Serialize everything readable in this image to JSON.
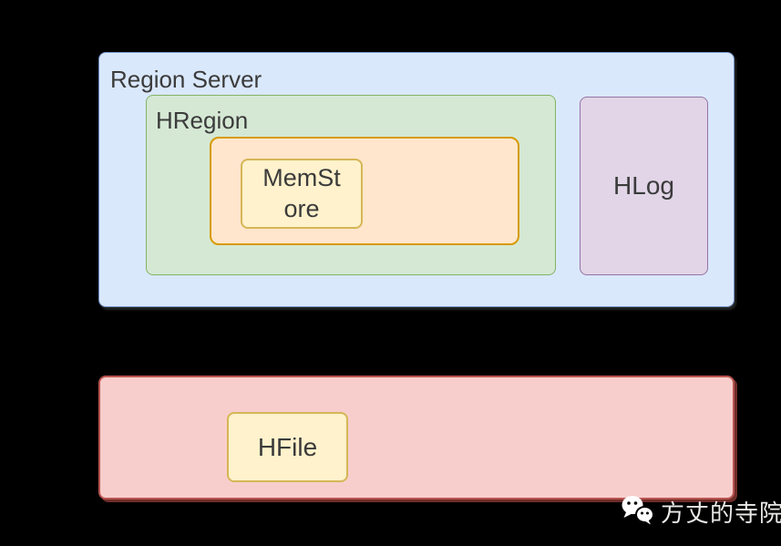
{
  "diagram": {
    "background_color": "#000000",
    "text_color": "#3b3b3b",
    "region_server": {
      "label": "Region Server",
      "fill": "#dae8fc",
      "stroke": "#6c8ebf"
    },
    "hregion": {
      "label": "HRegion",
      "fill": "#d5e8d4",
      "stroke": "#82b366"
    },
    "store": {
      "label": "",
      "fill": "#ffe6cc",
      "stroke": "#d79b00"
    },
    "memstore": {
      "label": "MemSt\nore",
      "fill": "#fff2cc",
      "stroke": "#d6b656"
    },
    "hlog": {
      "label": "HLog",
      "fill": "#e1d5e7",
      "stroke": "#9673a6"
    },
    "storage_layer": {
      "label": "",
      "fill": "#f8cecc",
      "stroke": "#b85450"
    },
    "hfile": {
      "label": "HFile",
      "fill": "#fff2cc",
      "stroke": "#d6b656"
    }
  },
  "watermark": {
    "icon": "wechat-icon",
    "text": "方丈的寺院",
    "color": "#e9e9e7"
  }
}
